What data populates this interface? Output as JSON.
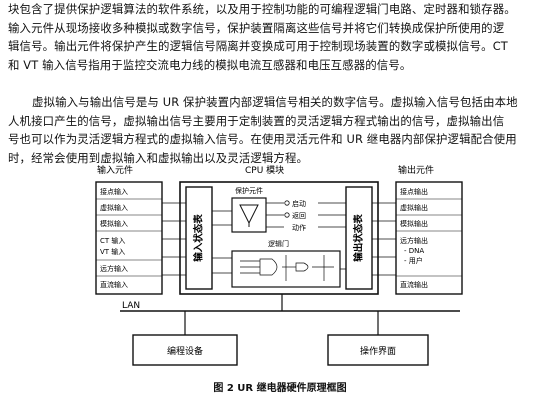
{
  "paragraph1": [
    "块包含了提供保护逻辑算法的软件系统，以及用于控制功能的可编程逻辑门电路、定时器和锁存器。",
    "输入元件从现场接收多种模拟或数字信号，保护装置隔离这些信号并将它们转换成保护所使用的逻",
    "辑信号。输出元件将保护产生的逻辑信号隔离并变换成可用于控制现场装置的数字或模拟信号。CT",
    "和 VT 输入信号指用于监控交流电力线的模拟电流互感器和电压互感器的信号。"
  ],
  "paragraph2": [
    "虚拟输入与输出信号是与 UR 保护装置内部逻辑信号相关的数字信号。虚拟输入信号包括由本地",
    "人机接口产生的信号，虚拟输出信号主要用于定制装置的灵活逻辑方程式输出的信号，虚拟输出信",
    "号也可以作为灵活逻辑方程式的虚拟输入信号。在使用灵活元件和 UR 继电器内部保护逻辑配合使用",
    "时，经常会使用到虚拟输入和虚拟输出以及灵活逻辑方程。"
  ],
  "diagram": {
    "input_title": "输入元件",
    "input_items": [
      "接点输入",
      "虚拟输入",
      "模拟输入",
      "CT 输入",
      "VT 输入",
      "远方输入",
      "直流输入"
    ],
    "input_status": "输入状态表",
    "cpu_title": "CPU 模块",
    "protection_label": "保护元件",
    "outputs": [
      "启动",
      "返回",
      "动作"
    ],
    "logic_label": "逻辑门",
    "output_status": "输出状态表",
    "output_title": "输出元件",
    "output_items": [
      "接点输出",
      "虚拟输出",
      "模拟输出",
      "远方输出",
      "- DNA",
      "- 用户",
      "直流输出"
    ],
    "lan_label": "LAN",
    "programming_device": "编程设备",
    "operation_interface": "操作界面",
    "caption": "图 2   UR 继电器硬件原理框图"
  }
}
